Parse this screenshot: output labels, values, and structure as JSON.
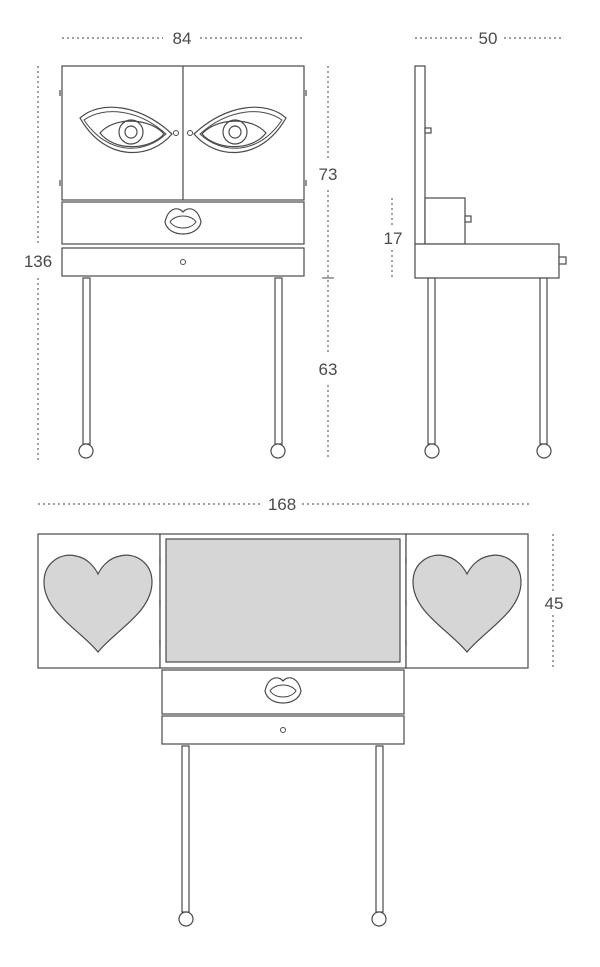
{
  "dimensions": {
    "front_width": "84",
    "side_depth": "50",
    "total_height": "136",
    "upper_height": "73",
    "lower_height": "63",
    "drawer_height": "17",
    "open_width": "168",
    "open_height": "45"
  }
}
